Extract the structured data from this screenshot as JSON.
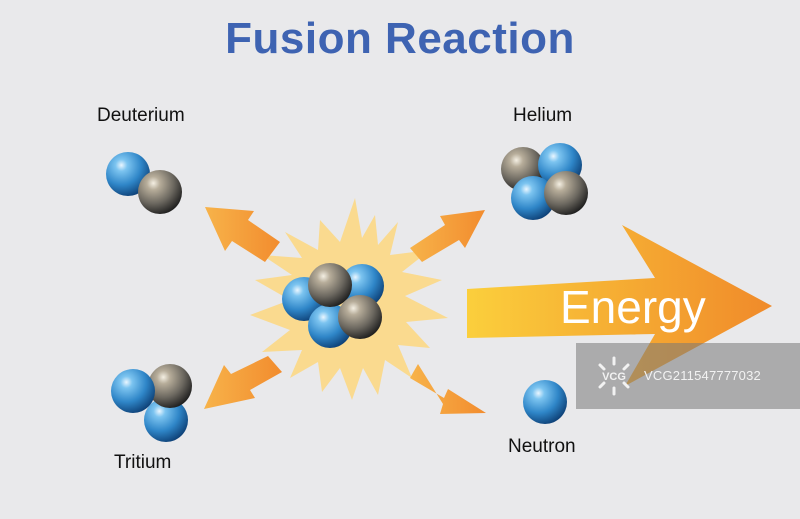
{
  "diagram": {
    "title": "Fusion Reaction",
    "labels": {
      "deuterium": "Deuterium",
      "helium": "Helium",
      "tritium": "Tritium",
      "neutron": "Neutron"
    },
    "energy_label": "Energy"
  },
  "colors": {
    "title": "#3e63b2",
    "proton_blue": "#2f86c8",
    "neutron_gray": "#6b675f",
    "arrow_orange": "#f5a33c",
    "burst_yellow": "#fbd98a"
  },
  "watermark": {
    "logo_text": "VCG",
    "id_text": "VCG211547777032"
  }
}
